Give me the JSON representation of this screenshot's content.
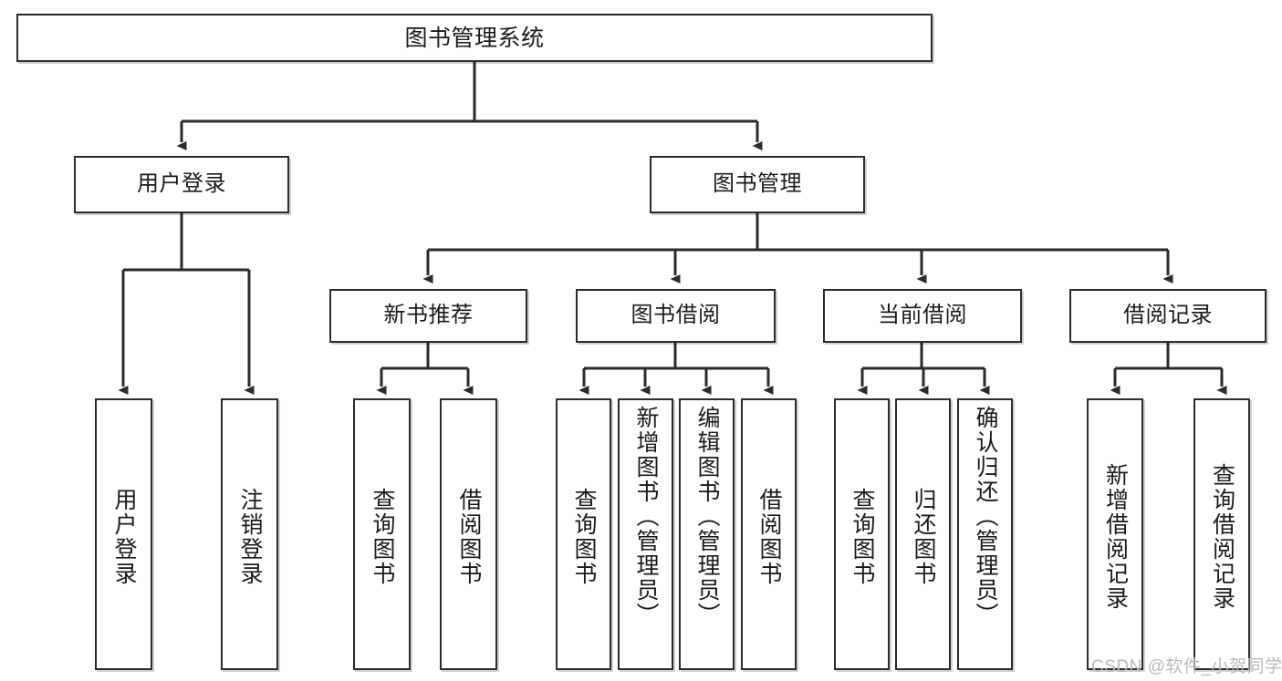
{
  "diagram": {
    "type": "tree",
    "title": "图书管理系统",
    "root": {
      "label": "图书管理系统"
    },
    "level2": [
      {
        "label": "用户登录"
      },
      {
        "label": "图书管理"
      }
    ],
    "level3": [
      {
        "label": "新书推荐"
      },
      {
        "label": "图书借阅"
      },
      {
        "label": "当前借阅"
      },
      {
        "label": "借阅记录"
      }
    ],
    "leaves": {
      "user_login": [
        {
          "label": "用户登录"
        },
        {
          "label": "注销登录"
        }
      ],
      "new_book_recommend": [
        {
          "label": "查询图书"
        },
        {
          "label": "借阅图书"
        }
      ],
      "book_borrow": [
        {
          "label": "查询图书"
        },
        {
          "label": "新增图书（管理员）"
        },
        {
          "label": "编辑图书（管理员）"
        },
        {
          "label": "借阅图书"
        }
      ],
      "current_borrow": [
        {
          "label": "查询图书"
        },
        {
          "label": "归还图书"
        },
        {
          "label": "确认归还（管理员）"
        }
      ],
      "borrow_record": [
        {
          "label": "新增借阅记录"
        },
        {
          "label": "查询借阅记录"
        }
      ]
    }
  },
  "watermark": {
    "text": "CSDN @软件_小贺同学"
  },
  "colors": {
    "stroke": "#2b2b2b",
    "fill": "#ffffff",
    "text": "#1a1a1a",
    "watermark": "#b9b9b9"
  }
}
